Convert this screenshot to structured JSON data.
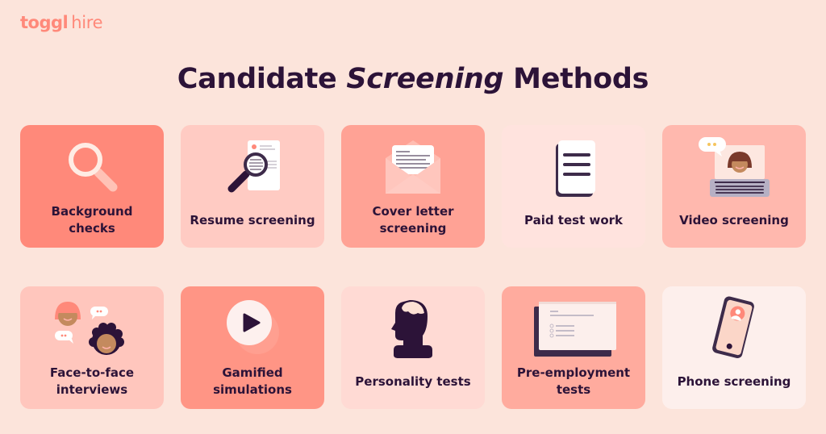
{
  "brand": {
    "logo_mark": "toggl",
    "logo_sub": "hire",
    "color": "#ff897a"
  },
  "header": {
    "title_part1": "Candidate ",
    "title_emphasis": "Screening",
    "title_part2": " Methods"
  },
  "colors": {
    "page_background": "#fce4db",
    "text_dark": "#2c1338"
  },
  "methods": [
    {
      "label": "Background\nchecks",
      "icon": "magnifying-glass-icon",
      "bg": "#ff897a"
    },
    {
      "label": "Resume screening",
      "icon": "resume-magnifier-icon",
      "bg": "#ffcbc3"
    },
    {
      "label": "Cover letter\nscreening",
      "icon": "open-envelope-icon",
      "bg": "#ffa295"
    },
    {
      "label": "Paid test work",
      "icon": "document-icon",
      "bg": "#ffe3de"
    },
    {
      "label": "Video screening",
      "icon": "laptop-video-call-icon",
      "bg": "#ffb8ae"
    },
    {
      "label": "Face-to-face\ninterviews",
      "icon": "two-people-chat-icon",
      "bg": "#ffc6bd"
    },
    {
      "label": "Gamified\nsimulations",
      "icon": "play-button-icon",
      "bg": "#ff9585"
    },
    {
      "label": "Personality tests",
      "icon": "head-brain-icon",
      "bg": "#ffdad4"
    },
    {
      "label": "Pre-employment\ntests",
      "icon": "test-form-window-icon",
      "bg": "#ffab9e"
    },
    {
      "label": "Phone screening",
      "icon": "smartphone-contact-icon",
      "bg": "#fdefec"
    }
  ]
}
